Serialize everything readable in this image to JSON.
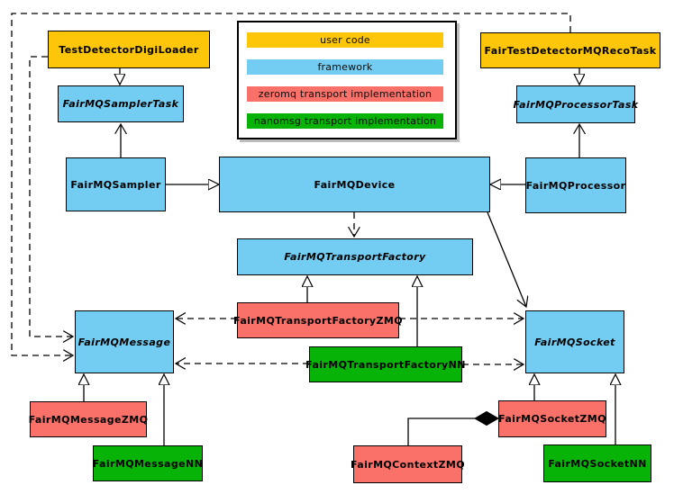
{
  "diagram": {
    "type": "uml-class-diagram",
    "nodes": [
      {
        "id": "TestDetectorDigiLoader",
        "label": "TestDetectorDigiLoader",
        "category": "user code",
        "abstract": false
      },
      {
        "id": "FairTestDetectorMQRecoTask",
        "label": "FairTestDetectorMQRecoTask",
        "category": "user code",
        "abstract": false
      },
      {
        "id": "FairMQSamplerTask",
        "label": "FairMQSamplerTask",
        "category": "framework",
        "abstract": true
      },
      {
        "id": "FairMQProcessorTask",
        "label": "FairMQProcessorTask",
        "category": "framework",
        "abstract": true
      },
      {
        "id": "FairMQSampler",
        "label": "FairMQSampler",
        "category": "framework",
        "abstract": false
      },
      {
        "id": "FairMQDevice",
        "label": "FairMQDevice",
        "category": "framework",
        "abstract": false
      },
      {
        "id": "FairMQProcessor",
        "label": "FairMQProcessor",
        "category": "framework",
        "abstract": false
      },
      {
        "id": "FairMQTransportFactory",
        "label": "FairMQTransportFactory",
        "category": "framework",
        "abstract": true
      },
      {
        "id": "FairMQTransportFactoryZMQ",
        "label": "FairMQTransportFactoryZMQ",
        "category": "zeromq transport implementation",
        "abstract": false
      },
      {
        "id": "FairMQTransportFactoryNN",
        "label": "FairMQTransportFactoryNN",
        "category": "nanomsg transport implementation",
        "abstract": false
      },
      {
        "id": "FairMQMessage",
        "label": "FairMQMessage",
        "category": "framework",
        "abstract": true
      },
      {
        "id": "FairMQSocket",
        "label": "FairMQSocket",
        "category": "framework",
        "abstract": true
      },
      {
        "id": "FairMQMessageZMQ",
        "label": "FairMQMessageZMQ",
        "category": "zeromq transport implementation",
        "abstract": false
      },
      {
        "id": "FairMQMessageNN",
        "label": "FairMQMessageNN",
        "category": "nanomsg transport implementation",
        "abstract": false
      },
      {
        "id": "FairMQSocketZMQ",
        "label": "FairMQSocketZMQ",
        "category": "zeromq transport implementation",
        "abstract": false
      },
      {
        "id": "FairMQSocketNN",
        "label": "FairMQSocketNN",
        "category": "nanomsg transport implementation",
        "abstract": false
      },
      {
        "id": "FairMQContextZMQ",
        "label": "FairMQContextZMQ",
        "category": "zeromq transport implementation",
        "abstract": false
      }
    ],
    "legend": {
      "items": [
        {
          "label": "user code",
          "color": "#FDC608"
        },
        {
          "label": "framework",
          "color": "#73CDF3"
        },
        {
          "label": "zeromq transport implementation",
          "color": "#F97168"
        },
        {
          "label": "nanomsg transport implementation",
          "color": "#07B307"
        }
      ]
    },
    "edges": [
      {
        "from": "TestDetectorDigiLoader",
        "to": "FairMQSamplerTask",
        "type": "generalization"
      },
      {
        "from": "FairMQSampler",
        "to": "FairMQSamplerTask",
        "type": "association"
      },
      {
        "from": "FairTestDetectorMQRecoTask",
        "to": "FairMQProcessorTask",
        "type": "generalization"
      },
      {
        "from": "FairMQProcessor",
        "to": "FairMQProcessorTask",
        "type": "association"
      },
      {
        "from": "FairMQSampler",
        "to": "FairMQDevice",
        "type": "generalization"
      },
      {
        "from": "FairMQProcessor",
        "to": "FairMQDevice",
        "type": "generalization"
      },
      {
        "from": "FairMQDevice",
        "to": "FairMQTransportFactory",
        "type": "dependency"
      },
      {
        "from": "FairMQDevice",
        "to": "FairMQSocket",
        "type": "association"
      },
      {
        "from": "FairMQTransportFactoryZMQ",
        "to": "FairMQTransportFactory",
        "type": "generalization"
      },
      {
        "from": "FairMQTransportFactoryNN",
        "to": "FairMQTransportFactory",
        "type": "generalization"
      },
      {
        "from": "FairMQTransportFactoryZMQ",
        "to": "FairMQMessage",
        "type": "dependency"
      },
      {
        "from": "FairMQTransportFactoryZMQ",
        "to": "FairMQSocket",
        "type": "dependency"
      },
      {
        "from": "FairMQTransportFactoryNN",
        "to": "FairMQMessage",
        "type": "dependency"
      },
      {
        "from": "FairMQTransportFactoryNN",
        "to": "FairMQSocket",
        "type": "dependency"
      },
      {
        "from": "TestDetectorDigiLoader",
        "to": "FairMQMessage",
        "type": "dependency"
      },
      {
        "from": "FairTestDetectorMQRecoTask",
        "to": "FairMQMessage",
        "type": "dependency"
      },
      {
        "from": "FairMQMessageZMQ",
        "to": "FairMQMessage",
        "type": "generalization"
      },
      {
        "from": "FairMQMessageNN",
        "to": "FairMQMessage",
        "type": "generalization"
      },
      {
        "from": "FairMQSocketZMQ",
        "to": "FairMQSocket",
        "type": "generalization"
      },
      {
        "from": "FairMQSocketNN",
        "to": "FairMQSocket",
        "type": "generalization"
      },
      {
        "from": "FairMQContextZMQ",
        "to": "FairMQSocketZMQ",
        "type": "composition"
      }
    ]
  }
}
